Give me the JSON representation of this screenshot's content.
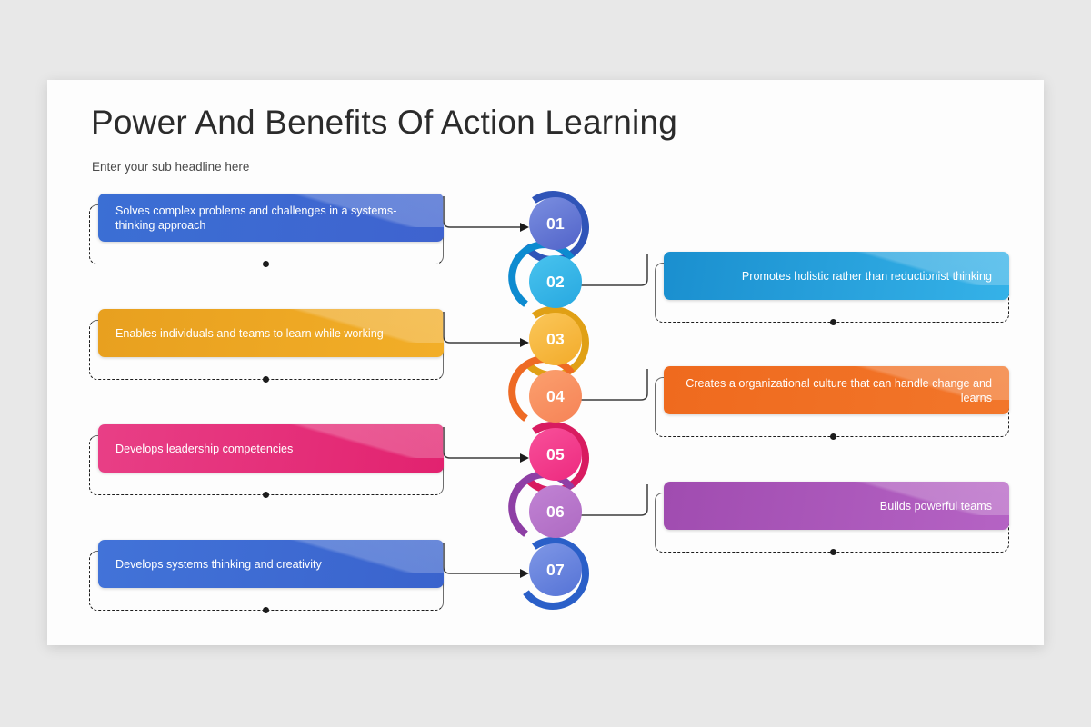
{
  "slide": {
    "title": "Power And Benefits Of Action Learning",
    "subtitle": "Enter your sub headline here",
    "background_color": "#e8e8e8",
    "surface_color": "#fdfdfd"
  },
  "steps": [
    {
      "number": "01",
      "side": "left",
      "text": "Solves complex problems and challenges in a systems-thinking approach",
      "bar_gradient_from": "#3b6fd4",
      "bar_gradient_to": "#3f63cf",
      "circle_gradient_from": "#7b8fe0",
      "circle_gradient_to": "#5163c9",
      "arc_color": "#2f54b8",
      "arc_side": "right"
    },
    {
      "number": "02",
      "side": "right",
      "text": "Promotes holistic rather than reductionist thinking",
      "bar_gradient_from": "#1a8fcf",
      "bar_gradient_to": "#35b2e8",
      "circle_gradient_from": "#49c3ee",
      "circle_gradient_to": "#27a8e0",
      "arc_color": "#0d8bd0",
      "arc_side": "left"
    },
    {
      "number": "03",
      "side": "left",
      "text": "Enables individuals and teams to learn while working",
      "bar_gradient_from": "#e8a01f",
      "bar_gradient_to": "#f2ae28",
      "circle_gradient_from": "#fbc75a",
      "circle_gradient_to": "#f2ab2a",
      "arc_color": "#e0a015",
      "arc_side": "right"
    },
    {
      "number": "04",
      "side": "right",
      "text": "Creates a organizational culture that can handle change and learns",
      "bar_gradient_from": "#ef6a1e",
      "bar_gradient_to": "#f2762a",
      "circle_gradient_from": "#fba06e",
      "circle_gradient_to": "#f68357",
      "arc_color": "#ee6a24",
      "arc_side": "left"
    },
    {
      "number": "05",
      "side": "left",
      "text": "Develops leadership competencies",
      "bar_gradient_from": "#e83f86",
      "bar_gradient_to": "#e2226f",
      "circle_gradient_from": "#f8509a",
      "circle_gradient_to": "#ed2a7f",
      "arc_color": "#d81b60",
      "arc_side": "right"
    },
    {
      "number": "06",
      "side": "right",
      "text": "Builds powerful teams",
      "bar_gradient_from": "#a04cb0",
      "bar_gradient_to": "#b563c4",
      "circle_gradient_from": "#c183d4",
      "circle_gradient_to": "#ae6ac2",
      "arc_color": "#8e3fa5",
      "arc_side": "left"
    },
    {
      "number": "07",
      "side": "left",
      "text": "Develops systems thinking and creativity",
      "bar_gradient_from": "#4273d8",
      "bar_gradient_to": "#3a63cd",
      "circle_gradient_from": "#7f97e6",
      "circle_gradient_to": "#5573d6",
      "arc_color": "#2a5fc8",
      "arc_side": "right"
    }
  ],
  "connector": {
    "line_color": "#3d3d3d",
    "arrow_color": "#1c1c1c"
  }
}
